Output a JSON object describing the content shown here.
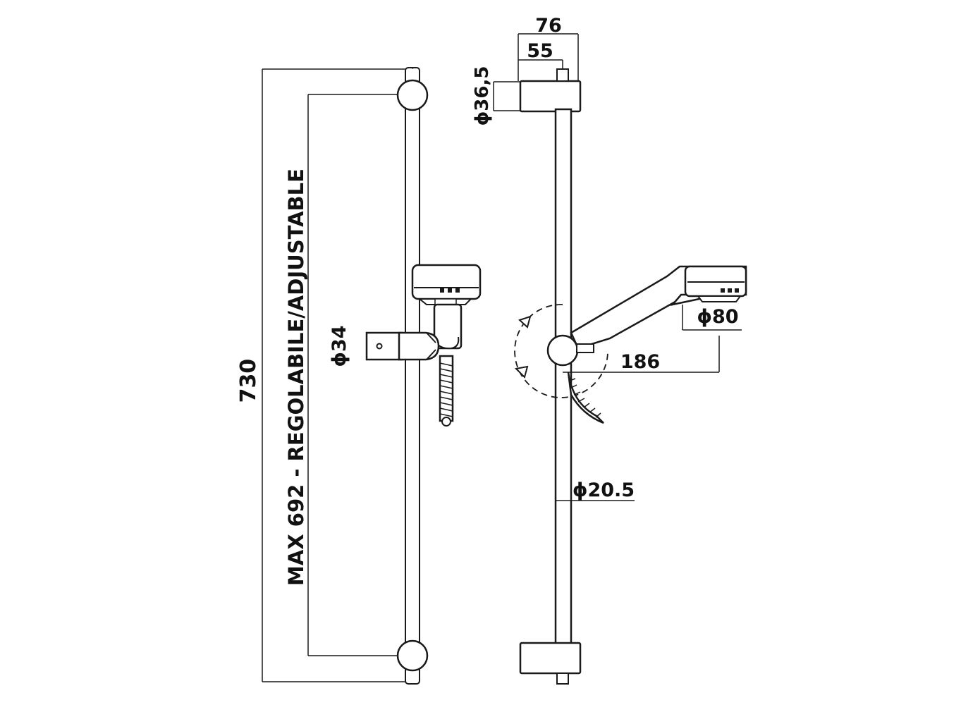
{
  "front_view": {
    "overall_length": "730",
    "adjustable_travel": "MAX 692 - REGOLABILE/ADJUSTABLE",
    "slider_diameter": "ϕ34"
  },
  "side_view": {
    "depth_total": "76",
    "depth_bracket": "55",
    "bracket_diameter": "ϕ36,5",
    "handshower_diameter": "ϕ80",
    "handshower_reach": "186",
    "bar_diameter": "ϕ20.5"
  },
  "colors": {
    "ink": "#1a1a1a",
    "background": "#ffffff"
  }
}
